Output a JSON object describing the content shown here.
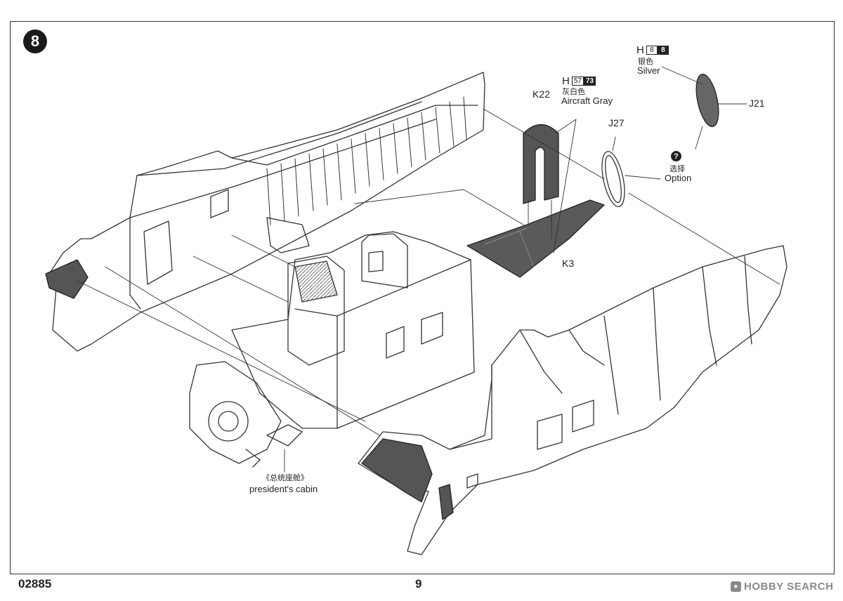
{
  "page": {
    "step_number": "8",
    "product_code": "02885",
    "page_number": "9"
  },
  "callouts": {
    "silver_paint": {
      "letter": "H",
      "code_outline": "8",
      "code_filled": "8",
      "name_cn": "银色",
      "name_en": "Silver"
    },
    "gray_paint": {
      "letter": "H",
      "code_outline": "57",
      "code_filled": "73",
      "name_cn": "灰白色",
      "name_en": "Aircraft Gray"
    },
    "part_k22": "K22",
    "part_j27": "J27",
    "part_j21": "J21",
    "part_k3": "K3",
    "option_icon": "?",
    "option_cn": "选择",
    "option_en": "Option",
    "cabin_cn": "《总统座舱》",
    "cabin_en": "president's cabin"
  },
  "watermark": {
    "icon": "hobby-search-logo-icon",
    "text": "HOBBY SEARCH"
  },
  "colors": {
    "line": "#333333",
    "panel_gray": "#5a5a5a",
    "badge": "#1a1a1a",
    "watermark": "#8a8a8a"
  }
}
